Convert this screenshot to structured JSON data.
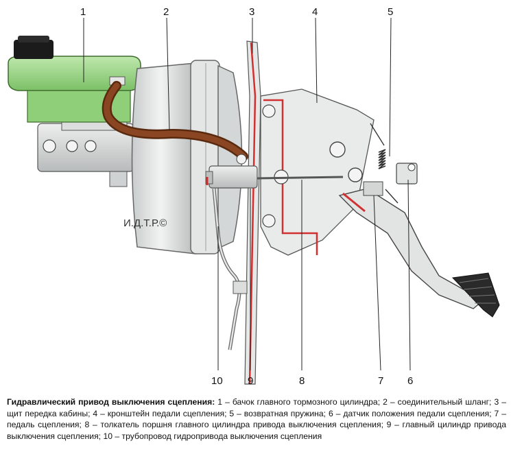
{
  "diagram": {
    "callouts": [
      "1",
      "2",
      "3",
      "4",
      "5",
      "6",
      "7",
      "8",
      "9",
      "10"
    ],
    "watermark": "И.Д.Т.Р.©"
  },
  "caption": {
    "title": "Гидравлический привод выключения сцепления:",
    "text": "1 – бачок главного тормозного цилиндра; 2 – соединительный шланг; 3 – щит передка кабины; 4 – кронштейн педали сцепления; 5 – возвратная пружина; 6 – датчик положения педали сцепления; 7 – педаль сцепления; 8 – толкатель поршня главного цилиндра привода выключения сцепления; 9 – главный цилиндр привода выключения сцепления; 10 – трубопровод гидропривода выключения сцепления"
  },
  "colors": {
    "reservoir": "#9fd68a",
    "hose": "#7a3d1c",
    "seal_red": "#d23030",
    "metal": "#d9dcdc"
  }
}
